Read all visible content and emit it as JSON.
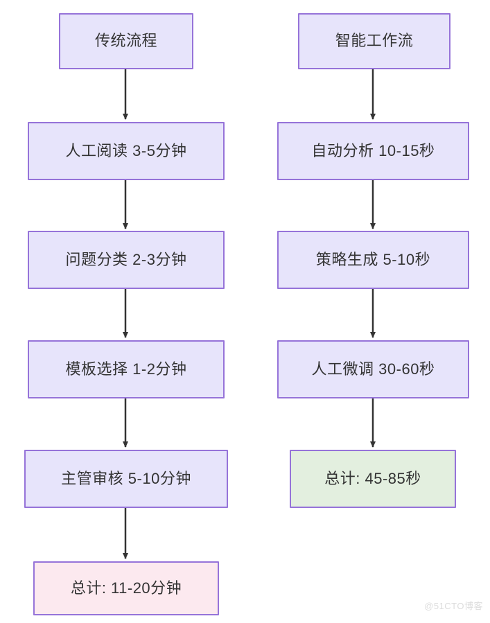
{
  "diagram": {
    "type": "flowchart",
    "direction": "top-down",
    "columns": [
      {
        "id": "traditional",
        "title": "传统流程",
        "steps": [
          {
            "label": "人工阅读 3-5分钟"
          },
          {
            "label": "问题分类 2-3分钟"
          },
          {
            "label": "模板选择 1-2分钟"
          },
          {
            "label": "主管审核 5-10分钟"
          }
        ],
        "total": {
          "label": "总计: 11-20分钟",
          "style": "pink"
        }
      },
      {
        "id": "intelligent",
        "title": "智能工作流",
        "steps": [
          {
            "label": "自动分析 10-15秒"
          },
          {
            "label": "策略生成 5-10秒"
          },
          {
            "label": "人工微调 30-60秒"
          }
        ],
        "total": {
          "label": "总计: 45-85秒",
          "style": "green"
        }
      }
    ],
    "colors": {
      "node_border": "#9673d9",
      "node_fill": "#e7e4fb",
      "total_pink_fill": "#fce9ef",
      "total_green_fill": "#e3efdf",
      "edge": "#333333",
      "text": "#333333"
    }
  },
  "watermark": {
    "text": "@51CTO博客"
  }
}
